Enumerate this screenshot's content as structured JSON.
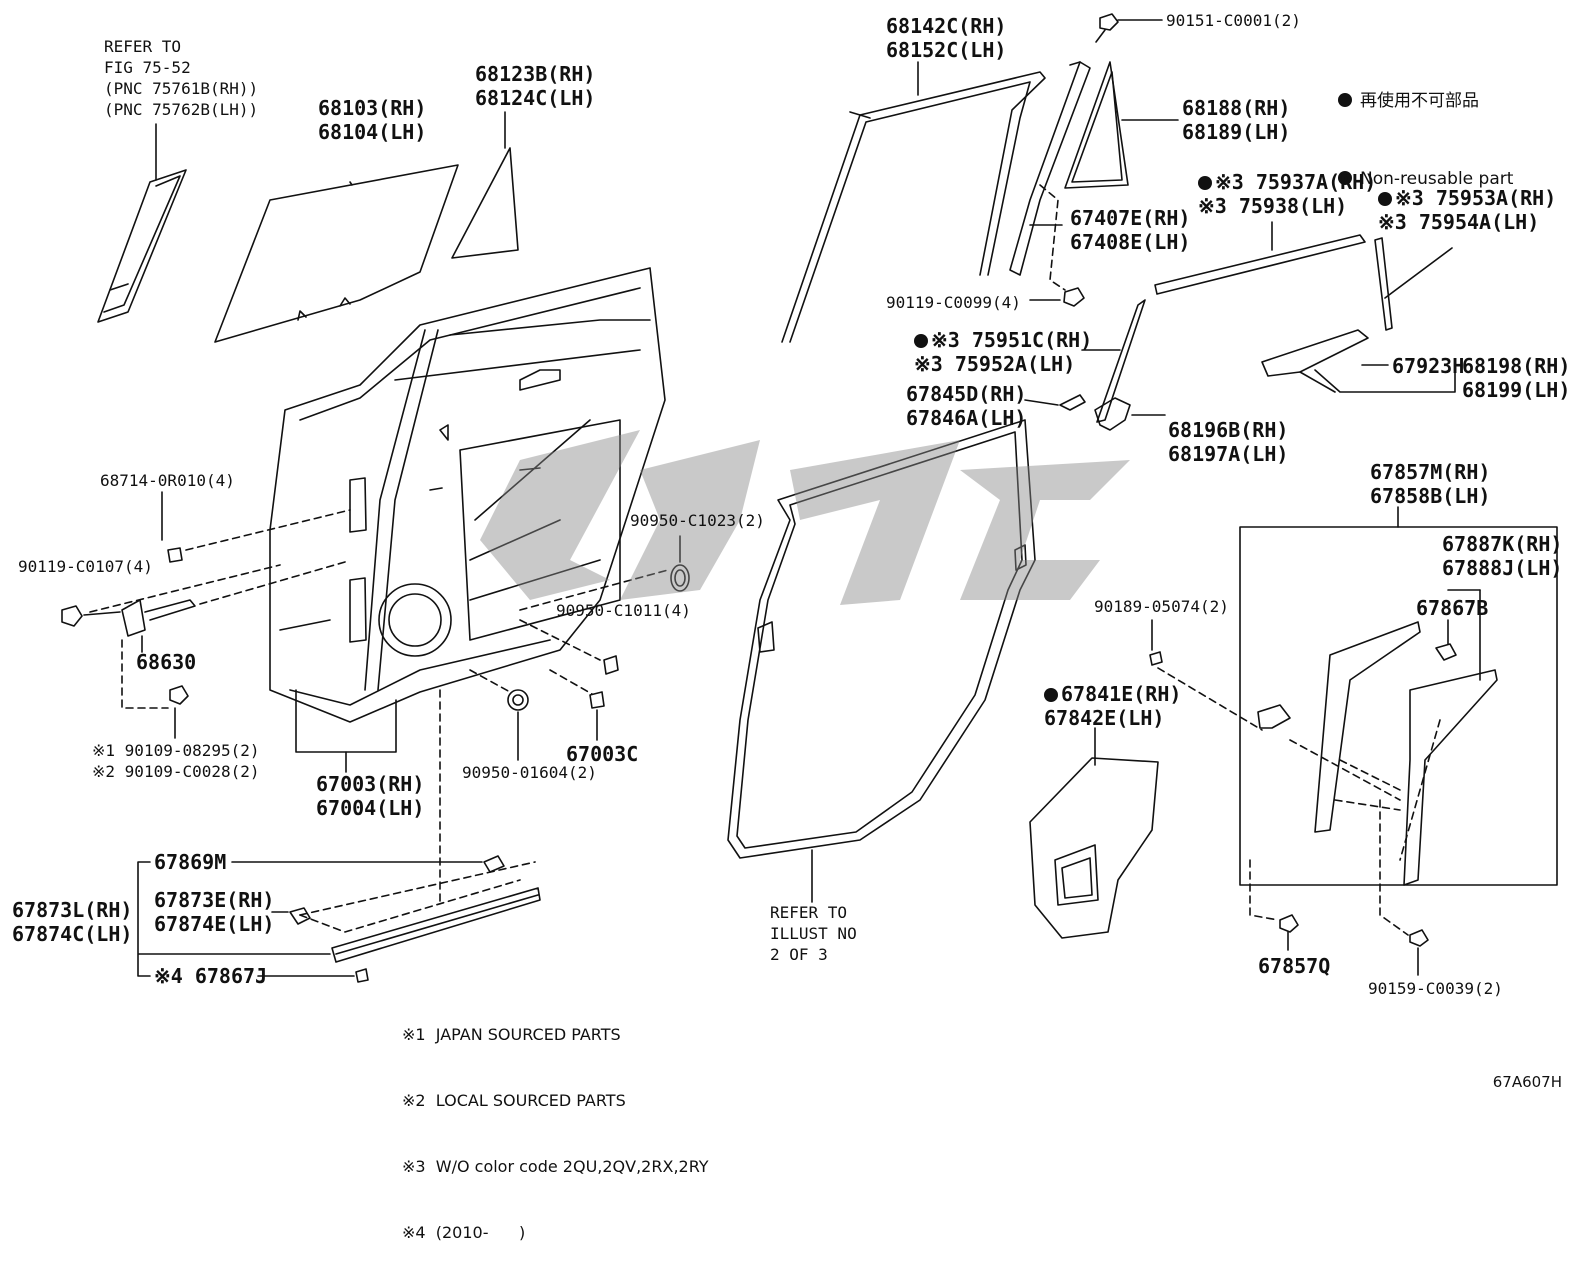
{
  "legend": {
    "line1": "再使用不可部品",
    "line2": "Non-reusable part"
  },
  "refs": {
    "top_left": "REFER TO\nFIG 75-52\n(PNC 75761B(RH))\n(PNC 75762B(LH))",
    "bottom_mid": "REFER TO\nILLUST NO\n2 OF 3"
  },
  "parts": {
    "p68103": "68103(RH)\n68104(LH)",
    "p68123": "68123B(RH)\n68124C(LH)",
    "p68142": "68142C(RH)\n68152C(LH)",
    "p90151": "90151-C0001(2)",
    "p68188": "68188(RH)\n68189(LH)",
    "p75937": "※3 75937A(RH)\n※3 75938(LH)",
    "p75953": "※3 75953A(RH)\n※3 75954A(LH)",
    "p67407": "67407E(RH)\n67408E(LH)",
    "p90119a": "90119-C0099(4)",
    "p75951": "※3 75951C(RH)\n※3 75952A(LH)",
    "p67845": "67845D(RH)\n67846A(LH)",
    "p67923": "67923H",
    "p68198": "68198(RH)\n68199(LH)",
    "p68196": "68196B(RH)\n68197A(LH)",
    "p68714": "68714-0R010(4)",
    "p90119b": "90119-C0107(4)",
    "p68630": "68630",
    "p90109": "※1 90109-08295(2)\n※2 90109-C0028(2)",
    "p67003": "67003(RH)\n67004(LH)",
    "p90950a": "90950-C1023(2)",
    "p90950b": "90950-C1011(4)",
    "p90950c": "90950-01604(2)",
    "p67003c": "67003C",
    "p67857": "67857M(RH)\n67858B(LH)",
    "p67887": "67887K(RH)\n67888J(LH)",
    "p67867b": "67867B",
    "p90189": "90189-05074(2)",
    "p67841": "67841E(RH)\n67842E(LH)",
    "p67857q": "67857Q",
    "p90159": "90159-C0039(2)",
    "p67869": "67869M",
    "p67873e": "67873E(RH)\n67874E(LH)",
    "p67873l": "67873L(RH)\n67874C(LH)",
    "p67867j": "※4 67867J"
  },
  "notes": [
    "※1  JAPAN SOURCED PARTS",
    "※2  LOCAL SOURCED PARTS",
    "※3  W/O color code 2QU,2QV,2RX,2RY",
    "※4  (2010-      )"
  ],
  "figure_code": "67A607H"
}
